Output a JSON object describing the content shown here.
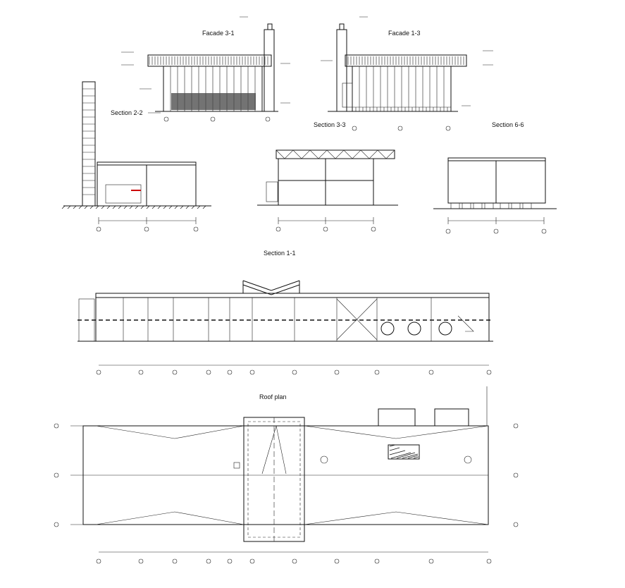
{
  "drawing": {
    "views": {
      "facade_3_1": "Facade 3-1",
      "facade_1_3": "Facade 1-3",
      "section_2_2": "Section 2-2",
      "section_3_3": "Section 3-3",
      "section_6_6": "Section 6-6",
      "section_1_1": "Section 1-1",
      "roof_plan": "Roof plan"
    }
  }
}
